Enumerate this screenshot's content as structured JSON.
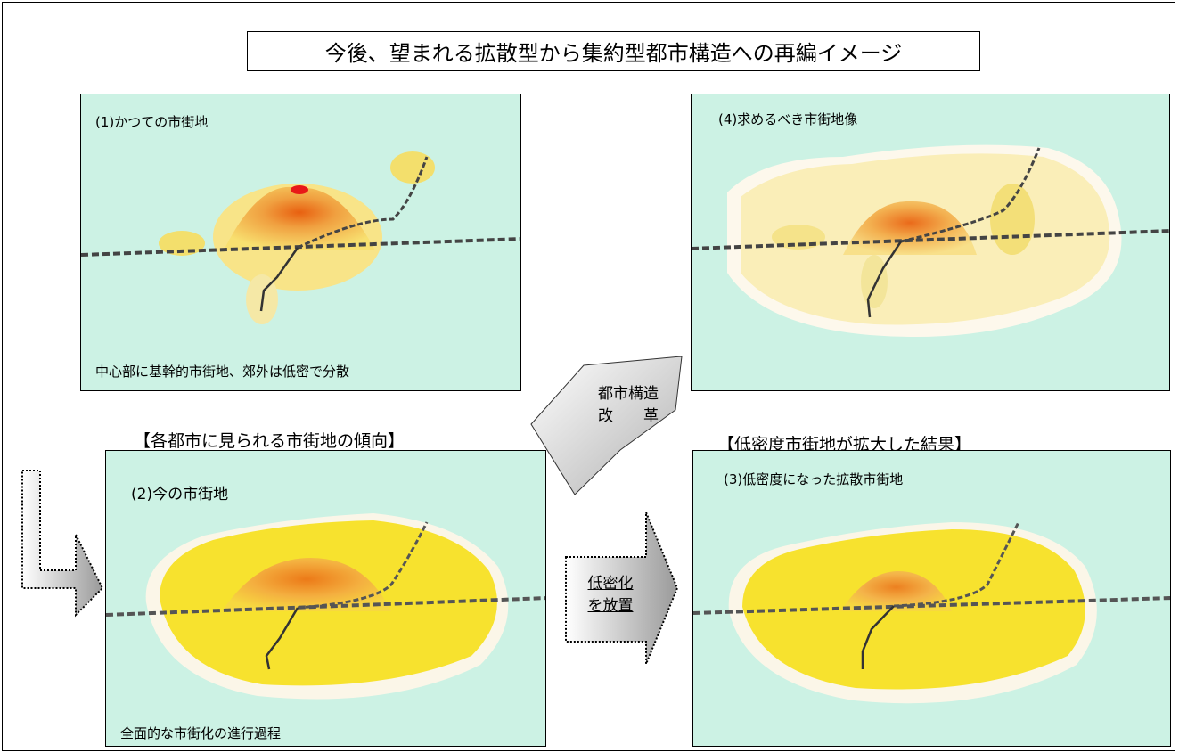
{
  "title": "今後、望まれる拡散型から集約型都市構造への再編イメージ",
  "panels": {
    "p1": {
      "label": "(1)かつての市街地",
      "caption": "中心部に基幹的市街地、郊外は低密で分散"
    },
    "p2": {
      "label": "(2)今の市街地",
      "caption": "全面的な市街化の進行過程",
      "heading": "【各都市に見られる市街地の傾向】"
    },
    "p3": {
      "label": "(3)低密度になった拡散市街地",
      "heading": "【低密度市街地が拡大した結果】"
    },
    "p4": {
      "label": "(4)求めるべき市街地像"
    }
  },
  "arrows": {
    "reform": {
      "line1": "都市構造",
      "line2": "改　　革"
    },
    "neglect": {
      "line1": "低密化",
      "line2": "を放置"
    }
  },
  "colors": {
    "bg": "#ccf2e4",
    "urban_yellow": "#f7e44a",
    "center_orange": "#f08a24",
    "peak_red": "#e81818"
  }
}
